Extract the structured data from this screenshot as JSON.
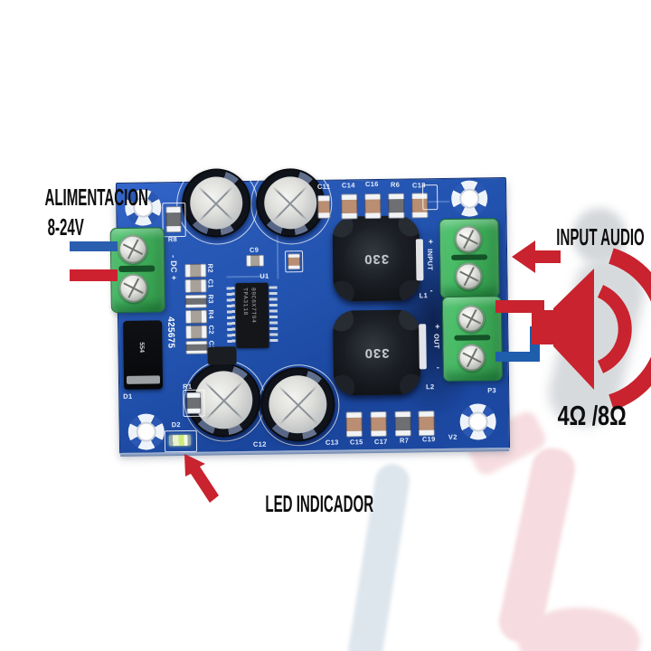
{
  "annotations": {
    "power": {
      "line1": "ALIMENTACION",
      "line2": "8-24V"
    },
    "input_audio": "INPUT AUDIO",
    "impedance": "4Ω /8Ω",
    "led": "LED INDICADOR"
  },
  "board": {
    "silkscreen": {
      "top_row": [
        "C11",
        "C14",
        "C16",
        "R6",
        "C18"
      ],
      "bottom_row": [
        "C13",
        "C15",
        "C17",
        "R7",
        "C19",
        "V2"
      ],
      "left_column": [
        "R2",
        "C1",
        "R3",
        "R4",
        "C2",
        "C3"
      ],
      "c9": "C9",
      "c12": "C12",
      "u1": "U1",
      "r8": "R8",
      "r1": "R1",
      "d1": "D1",
      "d2": "D2",
      "l1": "L1",
      "l2": "L2",
      "p3": "P3",
      "dc_marking": "- DC +",
      "input_marking": {
        "plus": "+",
        "label": "INPUT",
        "minus": "-"
      },
      "out_marking": {
        "plus": "+",
        "label": "OUT",
        "minus": "-"
      },
      "serial": "425675"
    },
    "ic": {
      "line1": "89C6X7T94",
      "line2": "TPA3118"
    },
    "inductor_value": "330",
    "diode_marking": "554"
  },
  "colors": {
    "pcb_blue": "#2152ae",
    "accent_red": "#c8232e",
    "wire_blue": "#1f5dad",
    "terminal_green": "#3fae5a"
  }
}
